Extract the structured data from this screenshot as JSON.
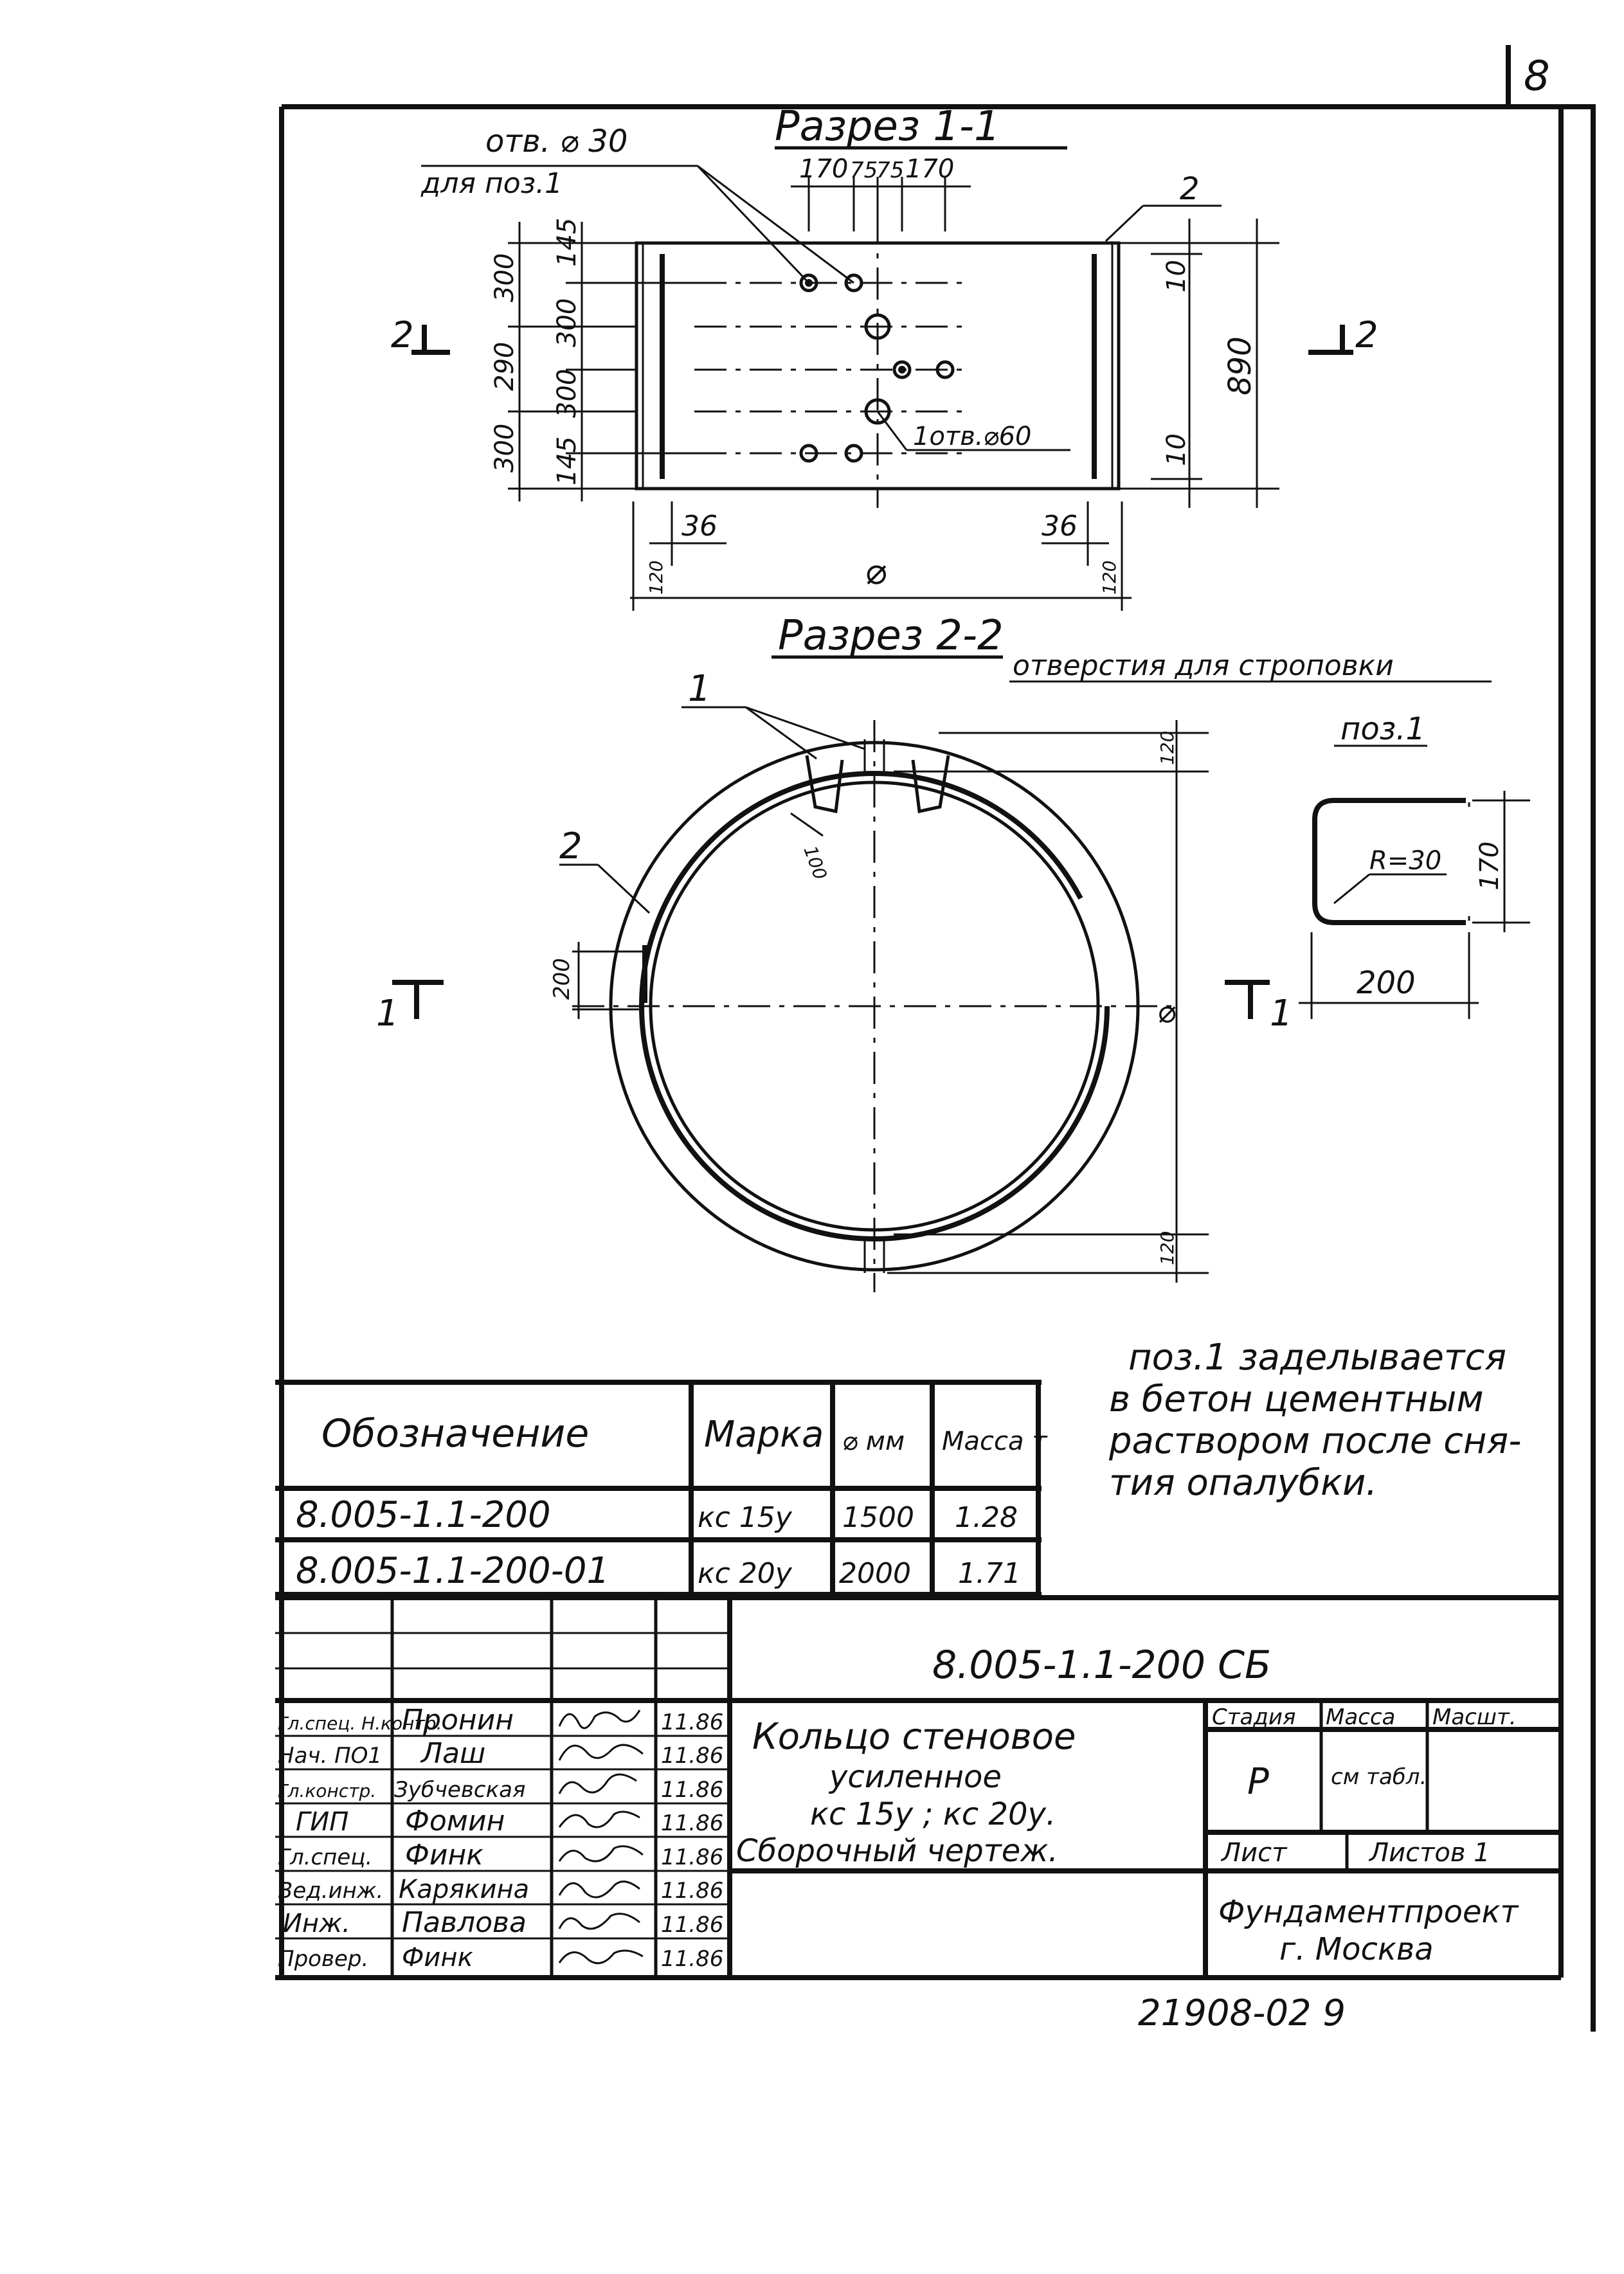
{
  "sheet_number": "8",
  "archive_number": "21908-02  9",
  "section_1": {
    "title": "Разрез 1-1",
    "hole_note_line1": "отв. ⌀ 30",
    "hole_note_line2": "для поз.1",
    "top_dims": [
      "170",
      "75",
      "75",
      "170"
    ],
    "left_dims_a": [
      "300",
      "290",
      "300"
    ],
    "left_dims_b": [
      "145",
      "300",
      "300",
      "145"
    ],
    "right_dim_top": "10",
    "right_dim_bottom": "10",
    "height_dim": "890",
    "hole_60_note": "1отв.⌀60",
    "bottom_dim_left": "36",
    "bottom_dim_right": "36",
    "wall_left": "120",
    "wall_right": "120",
    "diameter_symbol": "⌀",
    "cut_left": "2",
    "cut_right": "2",
    "callout_2": "2"
  },
  "section_2": {
    "title": "Разрез 2-2",
    "subtitle": "отверстия для строповки",
    "callout_1": "1",
    "callout_2": "2",
    "dim_120_top": "120",
    "dim_120_bottom": "120",
    "dim_100": "100",
    "dim_200": "200",
    "diameter_symbol": "⌀",
    "cut_left": "1",
    "cut_right": "1"
  },
  "pos1": {
    "title": "поз.1",
    "radius": "R=30",
    "height": "170",
    "width": "200"
  },
  "note": [
    "поз.1 заделывается",
    "в бетон цементным",
    "раствором после сня-",
    "тия опалубки."
  ],
  "spec_table": {
    "headers": [
      "Обозначение",
      "Марка",
      "⌀ мм",
      "Масса т"
    ],
    "rows": [
      [
        "8.005-1.1-200",
        "кс 15у",
        "1500",
        "1.28"
      ],
      [
        "8.005-1.1-200-01",
        "кс 20у",
        "2000",
        "1.71"
      ]
    ]
  },
  "title_block": {
    "doc_code": "8.005-1.1-200 СБ",
    "title_lines": [
      "Кольцо стеновое",
      "усиленное",
      "кс 15у ; кс 20у.",
      "Сборочный чертеж."
    ],
    "stage_header": "Стадия",
    "mass_header": "Масса",
    "scale_header": "Масшт.",
    "stage": "Р",
    "mass": "см табл.",
    "sheet_label": "Лист",
    "sheets_label": "Листов 1",
    "org_line1": "Фундаментпроект",
    "org_line2": "г. Москва",
    "signatures": [
      {
        "role": "Гл.спец. Н.контр.",
        "name": "Пронин",
        "date": "11.86"
      },
      {
        "role": "Нач. ПО1",
        "name": "Лаш",
        "date": "11.86"
      },
      {
        "role": "Гл.констр.",
        "name": "Зубчевская",
        "date": "11.86"
      },
      {
        "role": "ГИП",
        "name": "Фомин",
        "date": "11.86"
      },
      {
        "role": "Гл.спец.",
        "name": "Финк",
        "date": "11.86"
      },
      {
        "role": "Вед.инж.",
        "name": "Карякина",
        "date": "11.86"
      },
      {
        "role": "Инж.",
        "name": "Павлова",
        "date": "11.86"
      },
      {
        "role": "Провер.",
        "name": "Финк",
        "date": "11.86"
      }
    ]
  }
}
